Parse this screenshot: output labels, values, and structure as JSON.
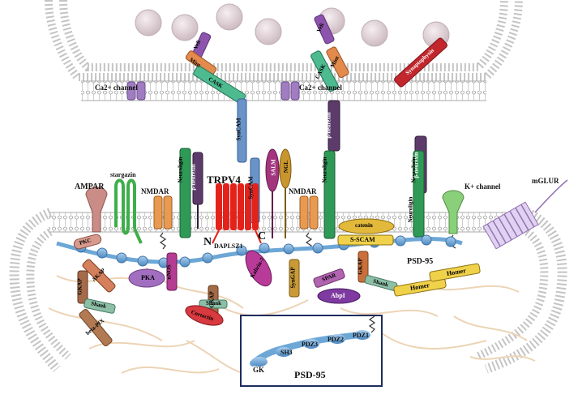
{
  "labels": {
    "ca_channel_left": "Ca2+ channel",
    "ca_channel_right": "Ca2+ channel",
    "k_channel": "K+ channel",
    "mglur": "mGLUR",
    "ampar": "AMPAR",
    "stargazin": "stargazin",
    "nmdar_left": "NMDAR",
    "nmdar_right": "NMDAR",
    "trpv4": "TRPV4",
    "n_term": "N",
    "c_term": "C",
    "daplsz1": "DAPLSZ1",
    "psd95_main": "PSD-95",
    "psd95_box": "PSD-95"
  },
  "rotated_labels": {
    "veli_left": "Veli",
    "mint_left": "Mint",
    "cask_left": "CASK",
    "syncam_top": "SynCAM",
    "veli_right": "Veli",
    "cask_right": "CASK",
    "mint_right": "Mint",
    "synaptophysin": "Synaptophysin",
    "neuroligin_1": "Neuroligin",
    "b_neurexin_1": "β-neurexin",
    "syncam_mid": "SynCAM",
    "sally": "SALM",
    "ngl": "NGL",
    "neuroligin_2": "Neuroligin",
    "b_neurexin_2": "β-neurexin",
    "neuroligin_3": "Neuroligin",
    "b_neurexin_3": "β-neurexin",
    "neuroligin_4": "Neuroligin",
    "pkc": "PKC",
    "akap": "AKAP",
    "gkap_left": "GKAP",
    "shank_left": "Shank",
    "beta_pix": "beta-PIX",
    "pka": "PKA",
    "nrg": "nNOS",
    "gkap_mid": "GKAP",
    "shank_mid": "Shank",
    "cortactin": "Cortactin",
    "kalirin": "Kalirin-7",
    "syngap": "SynGAP",
    "spar": "SPAR",
    "catenin": "catenin",
    "s_scam": "S-SCAM",
    "gkap_right": "GKAP",
    "shank_right": "Shank",
    "abpl": "AbpI",
    "homer_1": "Homer",
    "homer_2": "Homer"
  },
  "psd95_domains": {
    "gk": "GK",
    "sh3": "SH3",
    "pdz3": "PDZ3",
    "pdz2": "PDZ2",
    "pdz1": "PDZ1"
  },
  "colors": {
    "membrane": "#bbbbbb",
    "vesicle": "#d9c9cf",
    "psd95": "#6da7d6",
    "trpv4": "#e3231b",
    "ca_channel": "#a07cc0",
    "ampar": "#c98c86",
    "stargazin": "#3fae4a",
    "nmdar": "#e89a52",
    "neuroligin": "#2f9a56",
    "neurexin": "#5c3b6b",
    "syncam": "#6a93c7",
    "cask": "#4dbb8f",
    "mint": "#e38a4d",
    "veli": "#8d54ae",
    "synaptophysin": "#c1272d",
    "k_channel": "#8ad07a",
    "mglur": "#b796d6",
    "homer": "#f0d14a",
    "actin": "#e9cfae"
  }
}
